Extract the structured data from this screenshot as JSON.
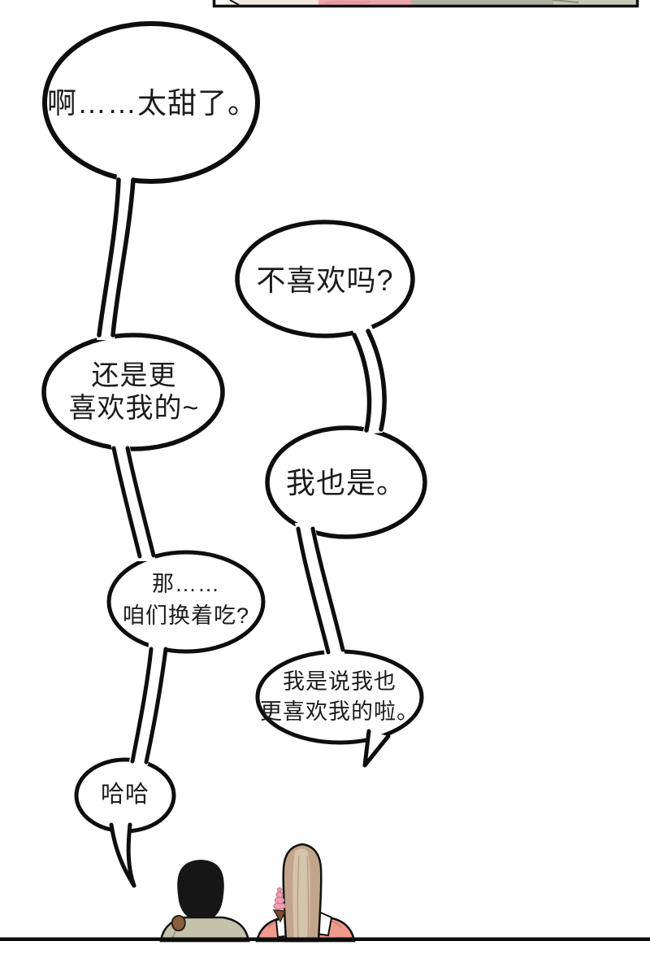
{
  "page": {
    "type": "webtoon-comic-page",
    "background": "#ffffff"
  },
  "colors": {
    "ink": "#0e0e0e",
    "bubble_fill": "#ffffff",
    "text": "#1c1c1c",
    "divider": "#0d0d0d"
  },
  "top_panel": {
    "name": "previous-panel-bottom-strip",
    "border_color": "#101010",
    "segments": [
      {
        "name": "white-area",
        "color": "#fbf8f5"
      },
      {
        "name": "cream-area",
        "color": "#f3e7df"
      },
      {
        "name": "pink-area",
        "color": "#eda3aa"
      },
      {
        "name": "sage-area",
        "color": "#b1b1a3"
      },
      {
        "name": "light-sage-area",
        "color": "#c9c9ba"
      }
    ],
    "pink_detail": "#de8f98",
    "diag_detail": "#8a8a7a"
  },
  "bubbles": [
    {
      "speaker": "left",
      "lines": [
        "啊……太甜了。"
      ]
    },
    {
      "speaker": "right",
      "lines": [
        "不喜欢吗?"
      ]
    },
    {
      "speaker": "left",
      "lines": [
        "还是更",
        "喜欢我的~"
      ]
    },
    {
      "speaker": "right",
      "lines": [
        "我也是。"
      ]
    },
    {
      "speaker": "left",
      "lines": [
        "那……",
        "咱们换着吃?"
      ]
    },
    {
      "speaker": "right",
      "lines": [
        "我是说我也",
        "更喜欢我的啦。"
      ]
    },
    {
      "speaker": "left",
      "lines": [
        "哈哈"
      ]
    }
  ],
  "characters": {
    "left": {
      "description": "short black bob hair, sage shirt, holding brown cone",
      "hair_color": "#161616",
      "shirt_color": "#c5c2ab",
      "shirt_outline": "#111111",
      "shirt_fold": "#8f8d77",
      "cone_color": "#8a5f40",
      "cone_outline": "#2b2018"
    },
    "right": {
      "description": "long tan hair, salmon hoodie, holding pink ice cream",
      "hair_base": "#c2a68c",
      "hair_highlight": "#d6c3ab",
      "hair_strand": "#b2977c",
      "hair_outline": "#111111",
      "shirt_color": "#f09a8e",
      "shirt_outline": "#111111",
      "shirt_fold": "#d3796f",
      "hood_color": "#ffffff",
      "icecream_swirl": "#f19cb0",
      "icecream_swirl_outline": "#c97b90",
      "icecream_cone": "#7c4f35",
      "icecream_cone_outline": "#3a2414"
    }
  }
}
